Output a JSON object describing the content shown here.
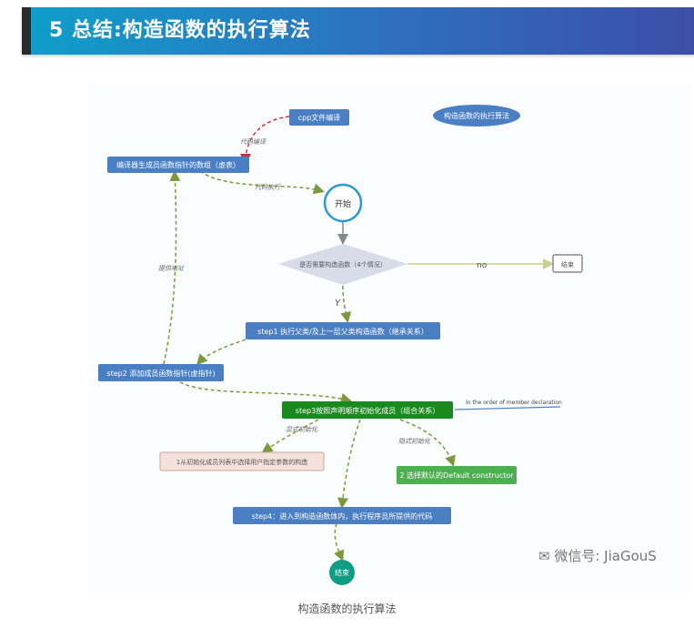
{
  "header": {
    "title": "5  总结:构造函数的执行算法"
  },
  "diagram": {
    "legend_label": "构造函数的执行算法",
    "cpp_compile": "cpp文件编译",
    "vtable_node": "编译器生成员函数指针的数组（虚表）",
    "start_node": "开始",
    "decision_node": "是否需要构造函数（4个情况）",
    "end_node": "结束",
    "step1_node": "step1 执行父类/及上一层父类构造函数（继承关系）",
    "step2_node": "step2 添加成员函数指针(虚指针)",
    "step3_node": "step3按照声明顺序初始化成员（组合关系）",
    "member_decl_note": "In the order of member declaration",
    "init_list_node": "1从初始化成员列表中选择用户指定参数的构造",
    "default_ctor_node": "2 选择默认的Default constructor",
    "step4_node": "step4：进入到构造函数体内，执行程序员所提供的代码",
    "finish_node": "结束",
    "edge_code_compile": "代码编译",
    "edge_code_exec": "代码执行",
    "edge_no": "no",
    "edge_yes": "Y",
    "edge_provide_address": "提供地址",
    "edge_explicit_init": "显式初始化",
    "edge_implicit_init": "隐式初始化",
    "colors": {
      "blue_node": "#4a7fc4",
      "green_node": "#1a8a1f",
      "teal_end": "#0e9e85",
      "arrow_green": "#7a9a3c",
      "arrow_red": "#d0303a"
    }
  },
  "caption": "构造函数的执行算法",
  "watermark": "微信号: JiaGouS"
}
